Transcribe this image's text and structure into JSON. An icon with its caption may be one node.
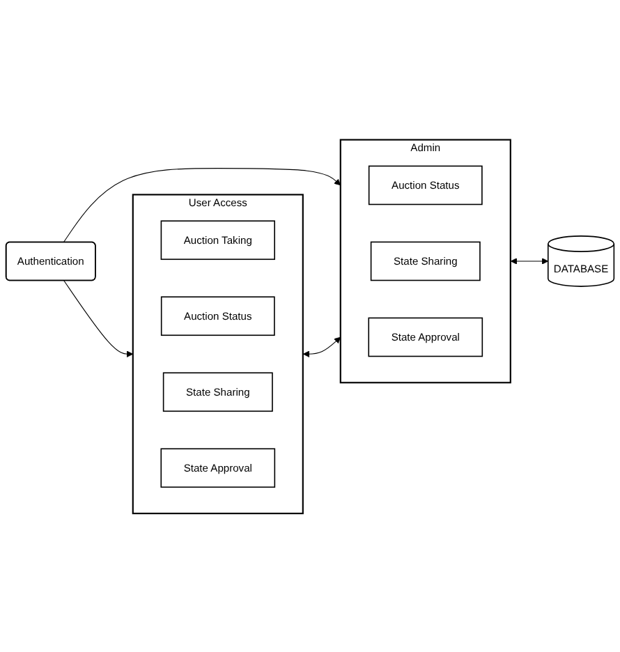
{
  "diagram": {
    "nodes": [
      {
        "text": [
          "Authentication"
        ]
      },
      {
        "text": [
          "User Access"
        ]
      },
      {
        "text": [
          "Auction Taking"
        ],
        "in": 1
      },
      {
        "text": [
          "Auction Status"
        ],
        "in": 1
      },
      {
        "text": [
          "State Sharing"
        ],
        "in": 1
      },
      {
        "text": [
          "State Approval"
        ],
        "in": 1
      },
      {
        "text": [
          "Admin"
        ]
      },
      {
        "text": [
          "Auction Status"
        ],
        "in": 6
      },
      {
        "text": [
          "State Sharing"
        ],
        "in": 6
      },
      {
        "text": [
          "State Approval"
        ],
        "in": 6
      },
      {
        "text": [
          "DATABASE"
        ]
      }
    ],
    "edges": [
      {
        "from": 0,
        "to": 1,
        "arrow": "to"
      },
      {
        "from": 0,
        "to": 6,
        "arrow": "to"
      },
      {
        "from": 1,
        "to": 6,
        "arrow": "both"
      },
      {
        "from": 6,
        "to": 10,
        "arrow": "both"
      }
    ]
  }
}
